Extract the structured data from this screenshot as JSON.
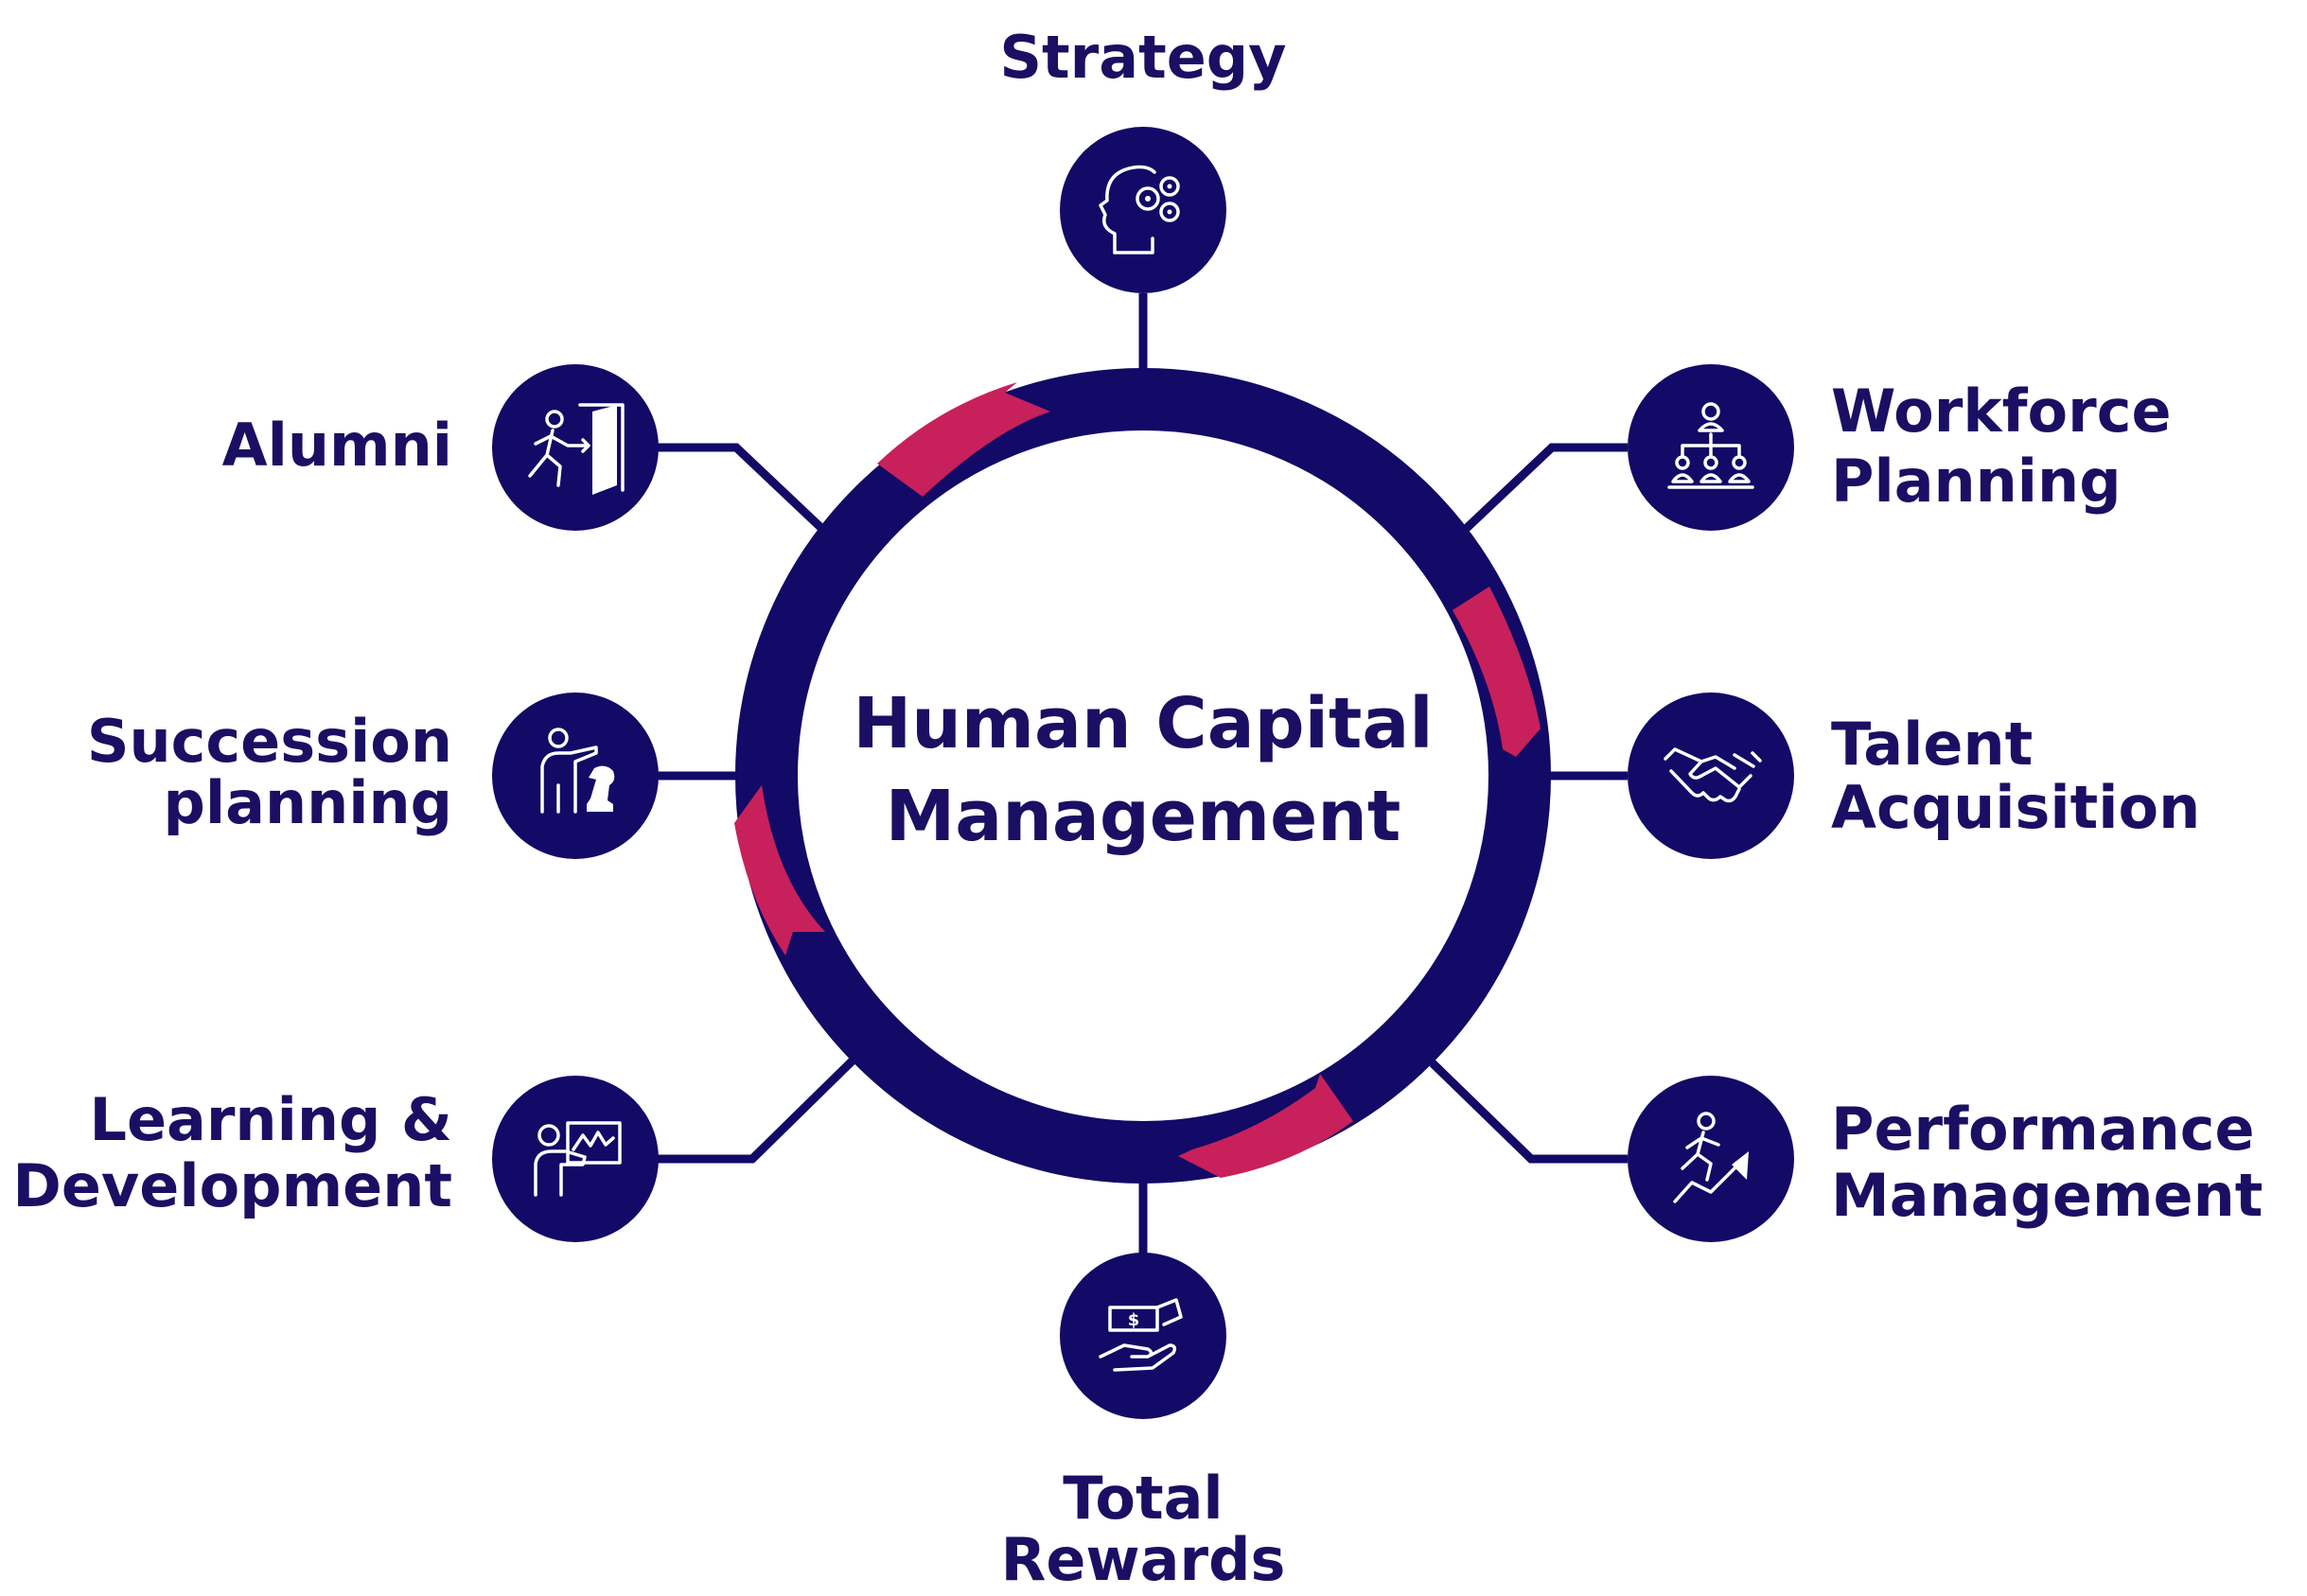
{
  "center": {
    "line1": "Human Capital",
    "line2": "Management"
  },
  "colors": {
    "navy": "#120a66",
    "accent": "#c8205a",
    "text": "#1a0f63",
    "background": "#ffffff"
  },
  "nodes": [
    {
      "id": "strategy",
      "icon": "head-gears-icon",
      "lines": [
        "Strategy"
      ]
    },
    {
      "id": "workforce",
      "icon": "org-chart-icon",
      "lines": [
        "Workforce",
        "Planning"
      ]
    },
    {
      "id": "talent",
      "icon": "handshake-icon",
      "lines": [
        "Talent",
        "Acquisition"
      ]
    },
    {
      "id": "performance",
      "icon": "runner-arrow-icon",
      "lines": [
        "Performance",
        "Management"
      ]
    },
    {
      "id": "rewards",
      "icon": "money-hand-icon",
      "lines": [
        "Total",
        "Rewards"
      ]
    },
    {
      "id": "learning",
      "icon": "presenter-board-icon",
      "lines": [
        "Learning &",
        "Development"
      ]
    },
    {
      "id": "succession",
      "icon": "person-chess-icon",
      "lines": [
        "Succession",
        "planning"
      ]
    },
    {
      "id": "alumni",
      "icon": "person-exit-door-icon",
      "lines": [
        "Alumni"
      ]
    }
  ]
}
